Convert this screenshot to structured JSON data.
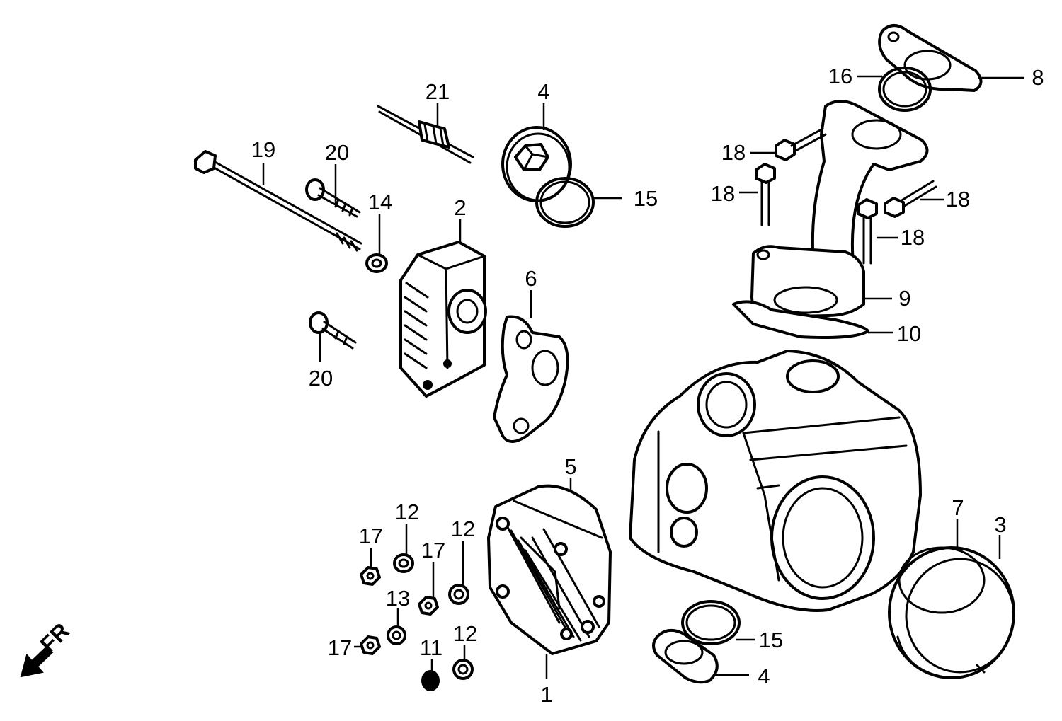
{
  "callouts": {
    "c1": "1",
    "c2": "2",
    "c3": "3",
    "c4a": "4",
    "c4b": "4",
    "c5": "5",
    "c6": "6",
    "c7": "7",
    "c8": "8",
    "c9": "9",
    "c10": "10",
    "c11": "11",
    "c12a": "12",
    "c12b": "12",
    "c12c": "12",
    "c13": "13",
    "c14": "14",
    "c15a": "15",
    "c15b": "15",
    "c16": "16",
    "c17a": "17",
    "c17b": "17",
    "c17c": "17",
    "c18a": "18",
    "c18b": "18",
    "c18c": "18",
    "c18d": "18",
    "c19": "19",
    "c20a": "20",
    "c20b": "20",
    "c21": "21"
  },
  "direction_marker": {
    "label": "FR",
    "icon": "front-direction-arrow-icon"
  },
  "colors": {
    "ink": "#000000",
    "paper": "#ffffff"
  }
}
